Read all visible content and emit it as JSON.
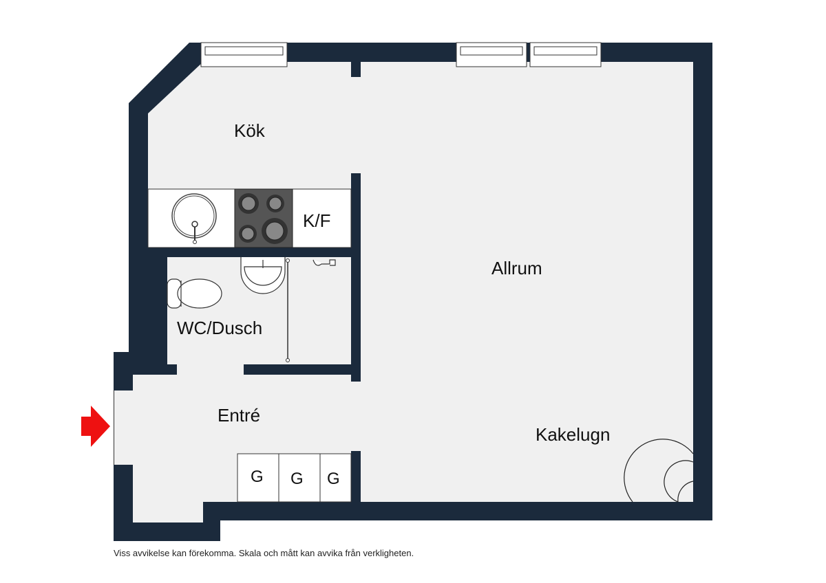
{
  "rooms": {
    "kitchen": "Kök",
    "fridge_freezer": "K/F",
    "bathroom": "WC/Dusch",
    "living_room": "Allrum",
    "entrance": "Entré",
    "tiled_stove": "Kakelugn",
    "wardrobes": [
      "G",
      "G",
      "G"
    ]
  },
  "footer_note": "Viss avvikelse kan förekomma. Skala och mått kan avvika från verkligheten.",
  "colors": {
    "wall": "#1b2a3c",
    "floor": "#f0f0f0",
    "entry_arrow": "#ee1111"
  }
}
